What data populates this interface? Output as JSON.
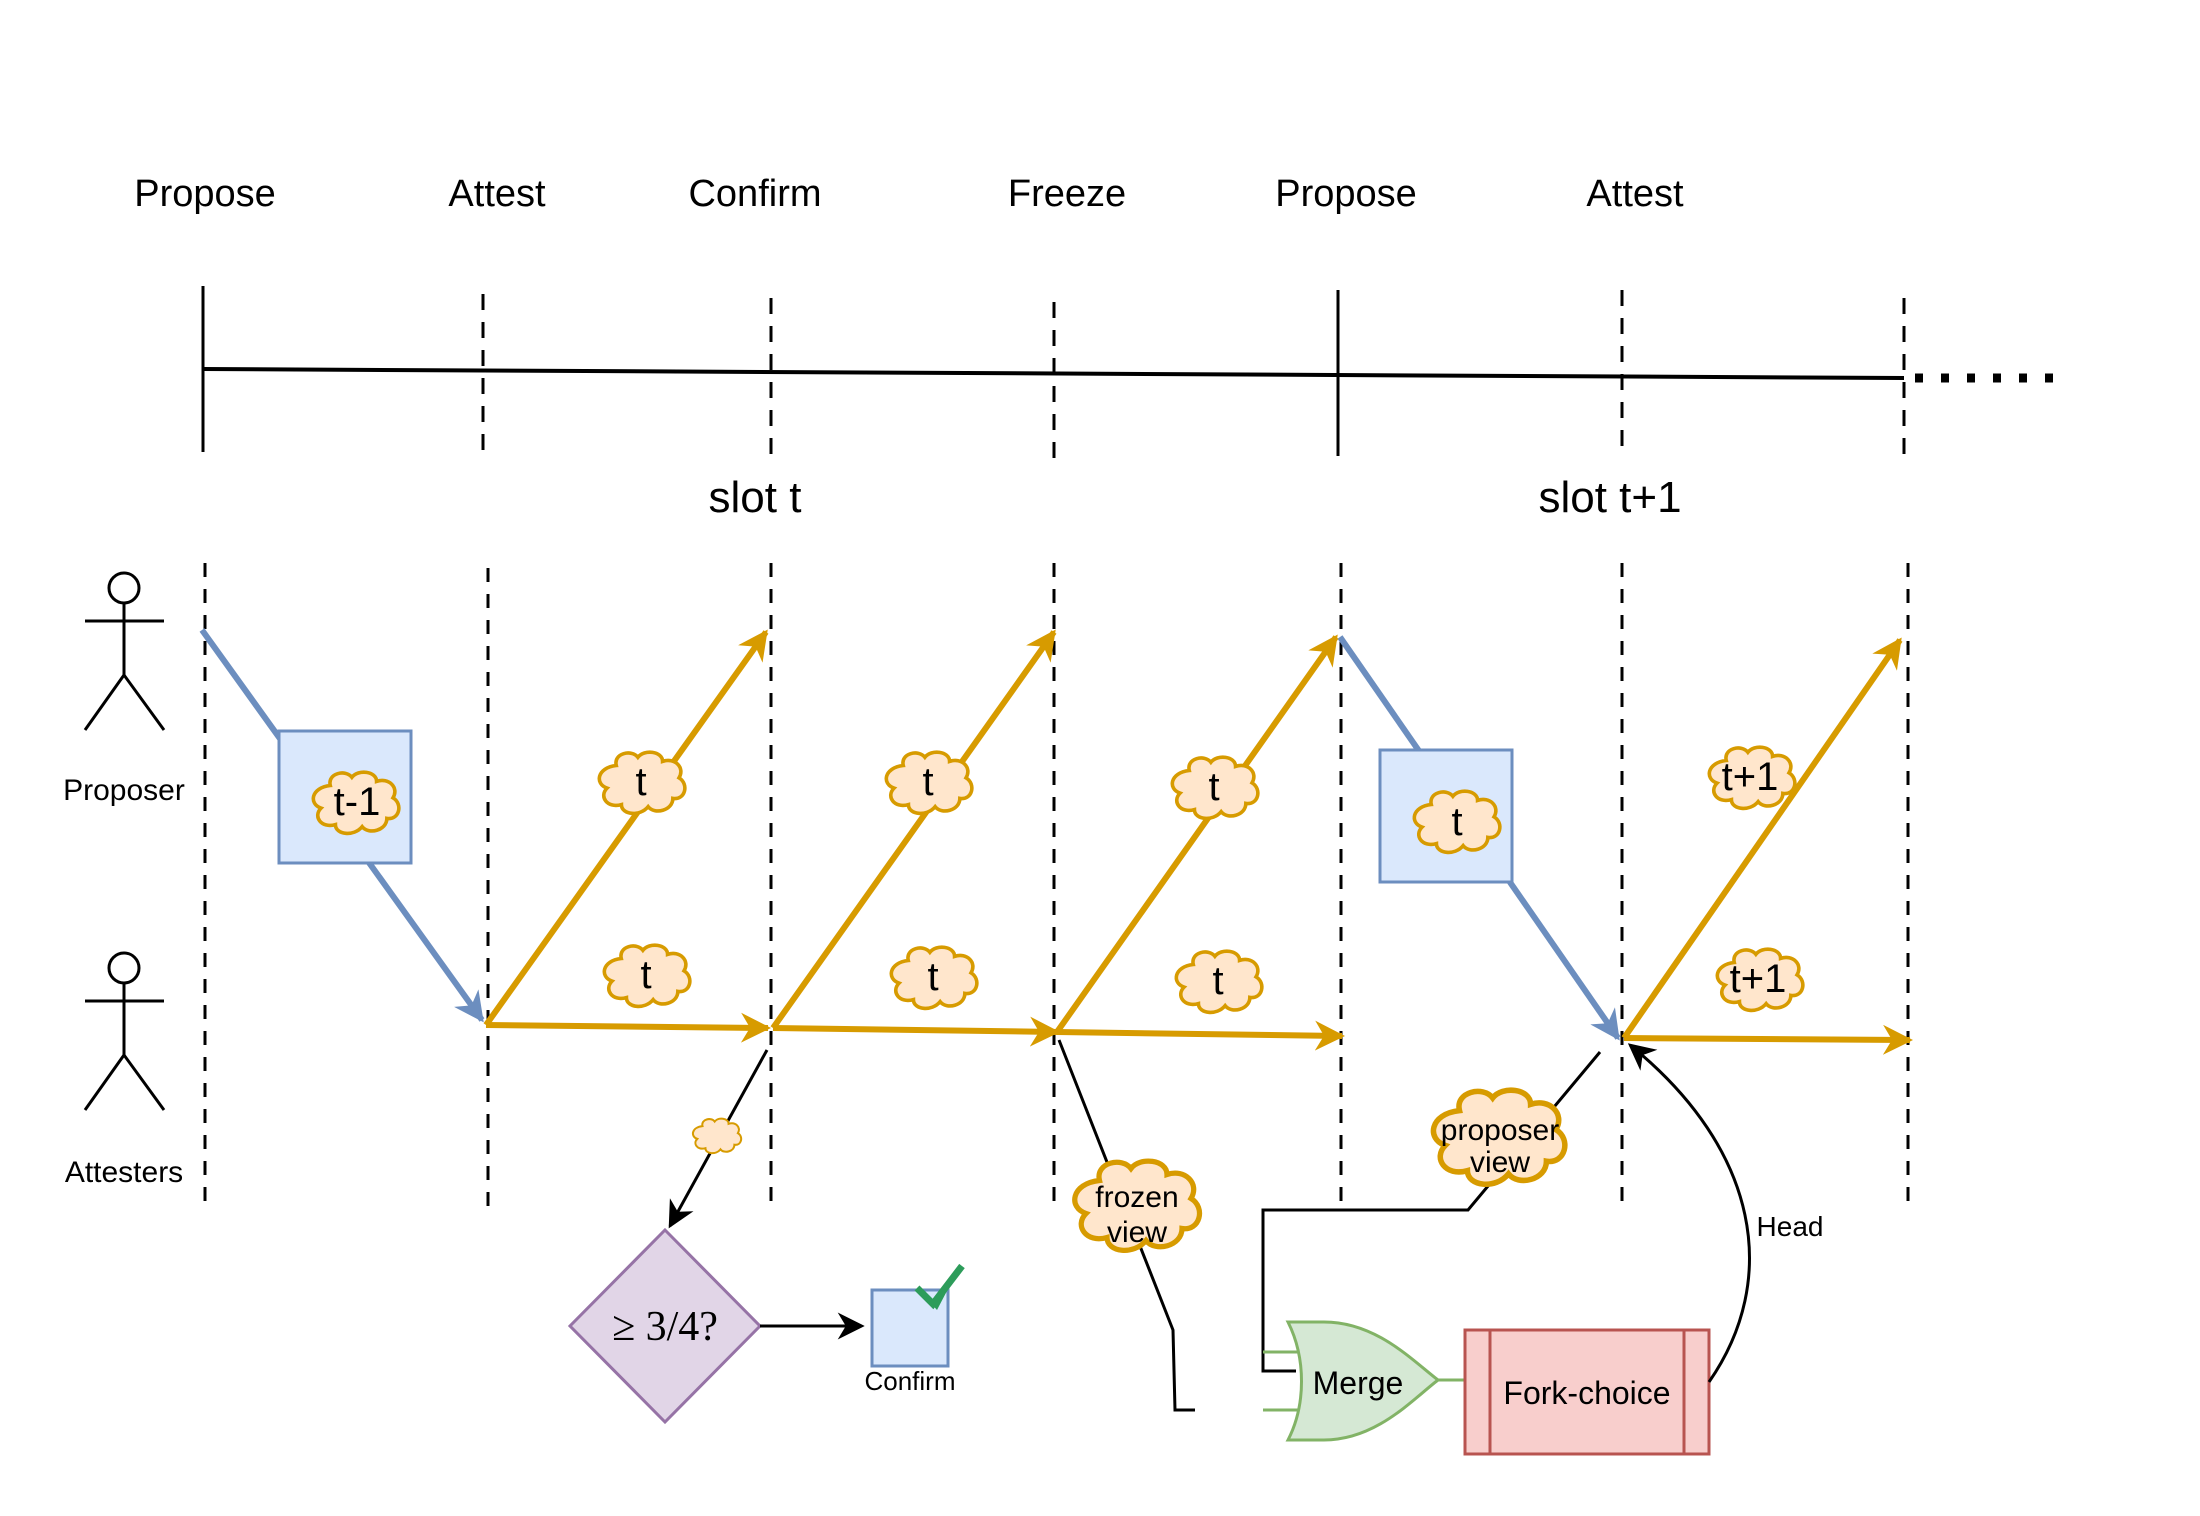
{
  "phases": [
    "Propose",
    "Attest",
    "Confirm",
    "Freeze",
    "Propose",
    "Attest"
  ],
  "slots": [
    "slot t",
    "slot t+1"
  ],
  "actors": {
    "proposer": "Proposer",
    "attesters": "Attesters"
  },
  "blocks": {
    "first": "t-1",
    "second": "t"
  },
  "clouds": {
    "up1": "t",
    "flat1": "t",
    "up2": "t",
    "flat2": "t",
    "up3": "t",
    "flat3": "t",
    "up4": "t+1",
    "flat4": "t+1",
    "confirm_msg": "",
    "frozen_view": [
      "frozen",
      "view"
    ],
    "proposer_view": [
      "proposer",
      "view"
    ]
  },
  "decision": {
    "label": "≥ 3/4?"
  },
  "confirm_box": {
    "label": "Confirm"
  },
  "merge": {
    "label": "Merge"
  },
  "fork_choice": {
    "label": "Fork-choice"
  },
  "head_edge": {
    "label": "Head"
  },
  "colors": {
    "proposer_arrow": "#6c8ebf",
    "attester_arrow": "#d79b00",
    "block_fill": "#dae8fc",
    "cloud_fill": "#ffe6cc",
    "decision_fill": "#e1d5e7",
    "decision_stroke": "#9673a6",
    "merge_fill": "#d5e8d4",
    "merge_stroke": "#82b366",
    "fork_fill": "#f8cecc",
    "fork_stroke": "#b85450",
    "check": "#2d9c5a"
  }
}
